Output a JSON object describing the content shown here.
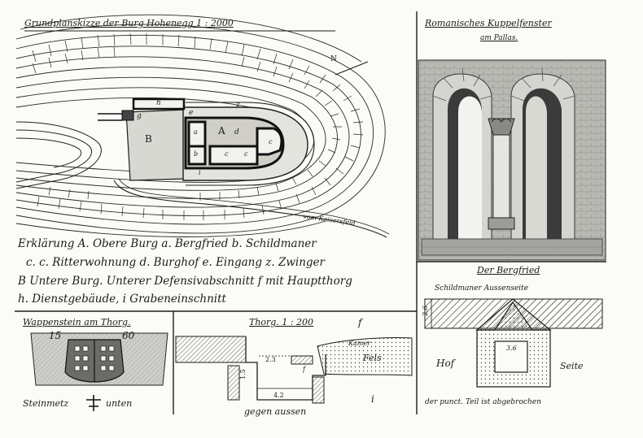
{
  "plan": {
    "title": "Grundplanskizze der Burg Hohenegg 1 : 2000",
    "north": "N",
    "labels": {
      "h": "h",
      "g": "g",
      "e": "e",
      "z": "z",
      "B": "B",
      "A": "A",
      "d": "d",
      "a": "a",
      "b": "b",
      "c1": "c",
      "c2": "c",
      "c3": "c",
      "i": "i"
    },
    "road": "vom Kaisersfeld"
  },
  "legend": {
    "line1": "Erklärung A. Obere Burg a. Bergfried b. Schildmaner",
    "line2": "c. c. Ritterwohnung d. Burghof e. Eingang z. Zwinger",
    "line3": "B Untere Burg. Unterer Defensivabschnitt f mit Hauptthorg",
    "line4": "h. Dienstgebäude, i Grabeneinschnitt"
  },
  "window": {
    "title": "Romanisches Kuppelfenster",
    "subtitle": "am Pallas."
  },
  "tower": {
    "title": "Der Bergfried",
    "subtitle": "Schildmaner Aussenseite",
    "left_measure": "2.6",
    "inner_measure": "3.6",
    "left_label": "Hof",
    "right_label": "Seite",
    "footer": "der punct. Teil ist abgebrochen"
  },
  "coat": {
    "title": "Wappenstein am Thorg.",
    "year_left": "15",
    "year_right": "60",
    "mason_label": "Steinmetz",
    "mason_mark": "unten"
  },
  "gate": {
    "title": "Thorg. 1 : 200",
    "f_label": "f",
    "i_label": "i",
    "kammer": "Kamer",
    "fels": "Fels",
    "dim1": "2.3",
    "dim2": "4.2",
    "dim3": "1.5",
    "small_f": "f",
    "footer": "gegen aussen"
  }
}
